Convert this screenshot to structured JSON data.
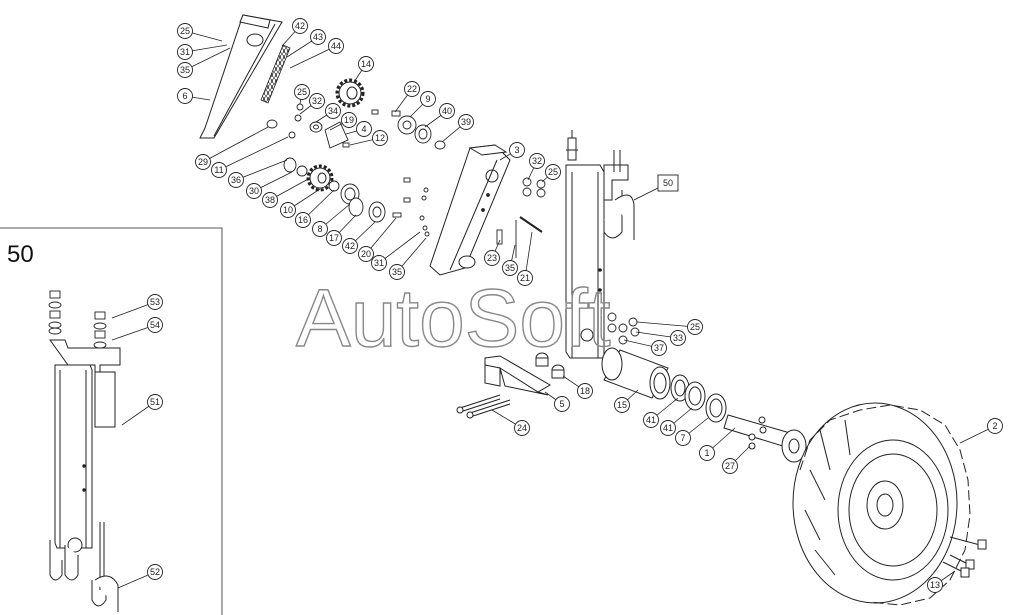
{
  "watermark": "AutoSoft",
  "inset": {
    "title": "50"
  },
  "part_numbers": {
    "p25a": "25",
    "p31a": "31",
    "p35a": "35",
    "p6": "6",
    "p42a": "42",
    "p43": "43",
    "p44": "44",
    "p14": "14",
    "p25b": "25",
    "p32a": "32",
    "p34": "34",
    "p19": "19",
    "p4": "4",
    "p12": "12",
    "p22": "22",
    "p9": "9",
    "p40": "40",
    "p39": "39",
    "p29": "29",
    "p11": "11",
    "p36": "36",
    "p30": "30",
    "p38": "38",
    "p10": "10",
    "p16": "16",
    "p8": "8",
    "p17": "17",
    "p42b": "42",
    "p20": "20",
    "p31b": "31",
    "p35b": "35",
    "p3": "3",
    "p32b": "32",
    "p25c": "25",
    "p50": "50",
    "p23": "23",
    "p35c": "35",
    "p21": "21",
    "p25d": "25",
    "p37": "37",
    "p33": "33",
    "p18": "18",
    "p5": "5",
    "p24": "24",
    "p15": "15",
    "p41a": "41",
    "p41b": "41",
    "p7": "7",
    "p1": "1",
    "p27": "27",
    "p2": "2",
    "p13": "13",
    "p53": "53",
    "p54": "54",
    "p51": "51",
    "p52": "52"
  }
}
